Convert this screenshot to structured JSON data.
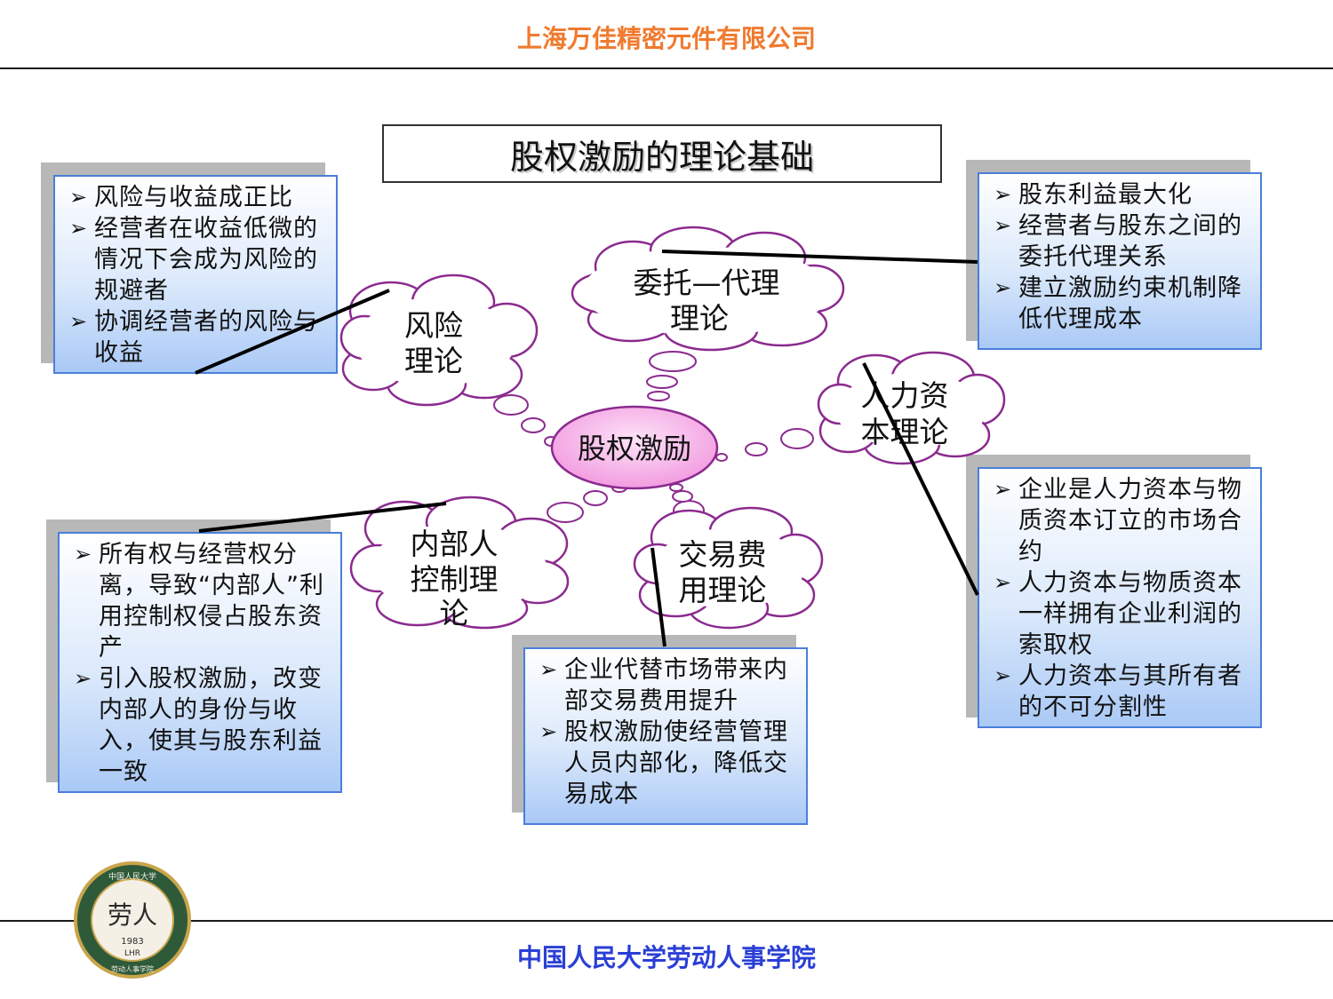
{
  "header": {
    "company": "上海万佳精密元件有限公司"
  },
  "title": "股权激励的理论基础",
  "center": {
    "label": "股权激励"
  },
  "clouds": {
    "risk": [
      "风险",
      "理论"
    ],
    "agency": [
      "委托—代理",
      "理论"
    ],
    "human": [
      "人力资",
      "本理论"
    ],
    "insider": [
      "内部人",
      "控制理",
      "论"
    ],
    "transaction": [
      "交易费",
      "用理论"
    ]
  },
  "boxes": {
    "risk": [
      "风险与收益成正比",
      "经营者在收益低微的情况下会成为风险的规避者",
      "协调经营者的风险与收益"
    ],
    "agency": [
      "股东利益最大化",
      "经营者与股东之间的委托代理关系",
      "建立激励约束机制降低代理成本"
    ],
    "human": [
      "企业是人力资本与物质资本订立的市场合约",
      "人力资本与物质资本一样拥有企业利润的索取权",
      "人力资本与其所有者的不可分割性"
    ],
    "insider": [
      "所有权与经营权分离，导致“内部人”利用控制权侵占股东资产",
      "引入股权激励，改变内部人的身份与收入，使其与股东利益一致"
    ],
    "transaction": [
      "企业代替市场带来内部交易费用提升",
      "股权激励使经营管理人员内部化，降低交易成本"
    ]
  },
  "logo": {
    "line1": "中国人民大学",
    "year": "1983",
    "abbr": "LHR",
    "line2": "劳动人事学院",
    "mark": "劳人"
  },
  "footer": {
    "school": "中国人民大学劳动人事学院"
  },
  "colors": {
    "header": "#f07a2e",
    "footer": "#2a3fd6",
    "cloud_stroke": "#8b2a8f",
    "panel_border": "#4a7fd9",
    "center_fill": "#f6b8ea"
  }
}
